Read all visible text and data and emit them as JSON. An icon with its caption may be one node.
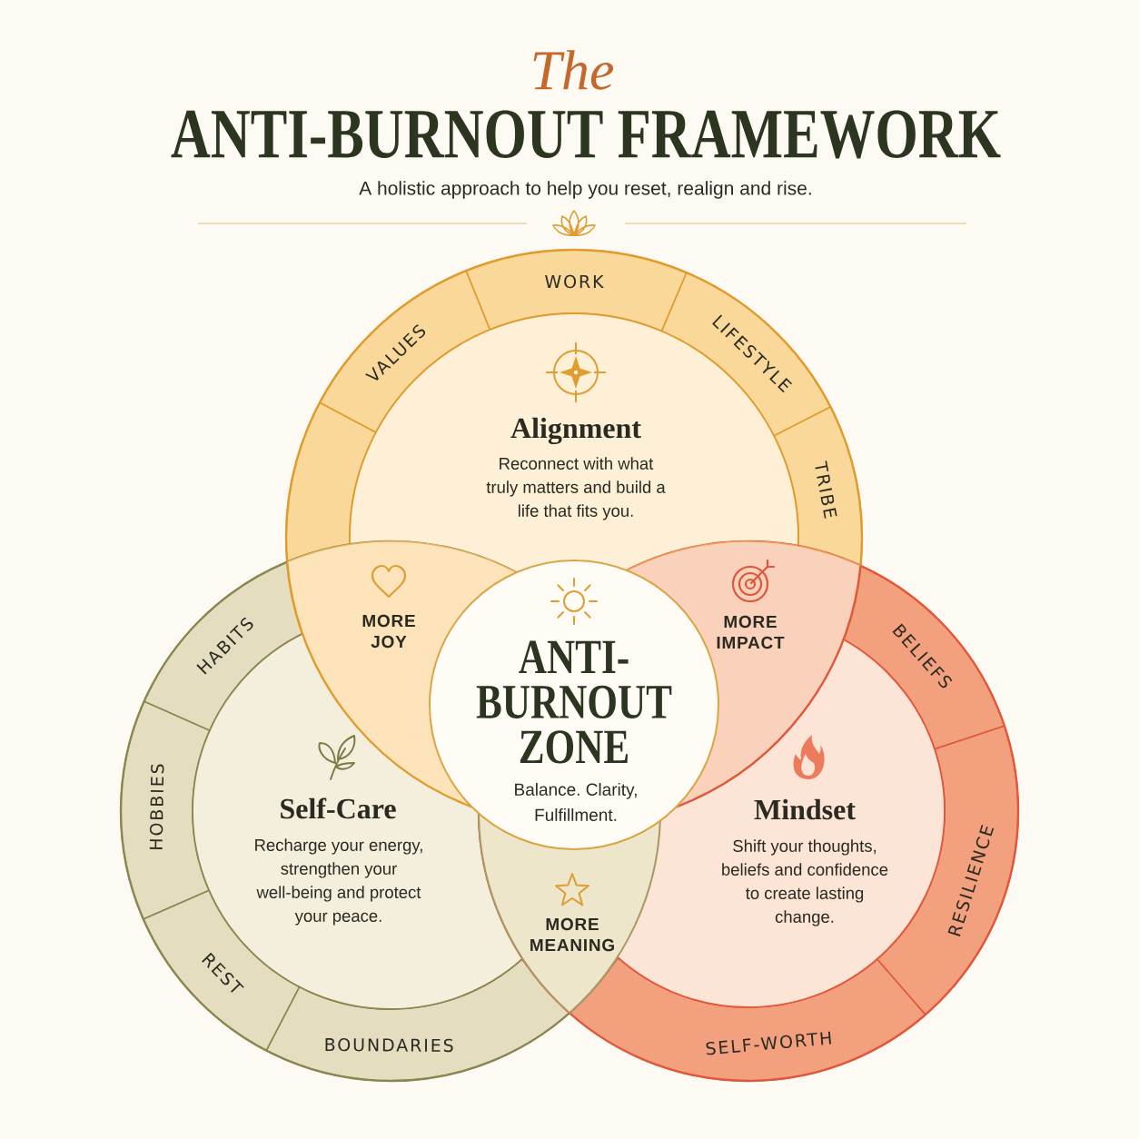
{
  "diagram": {
    "title": "ANTI-BURNOUT FRAMEWORK",
    "nodes": [
      {
        "text": [
          "Alignment",
          "Reconnect with what truly matters and build a life that fits you."
        ]
      },
      {
        "text": [
          "Self-Care",
          "Recharge your energy, strengthen your well-being and protect your peace."
        ]
      },
      {
        "text": [
          "Mindset",
          "Shift your thoughts, beliefs and confidence to create lasting change."
        ]
      },
      {
        "text": [
          "ANTI-BURNOUT ZONE",
          "Balance. Clarity, Fulfillment."
        ]
      },
      {
        "text": [
          "MORE JOY"
        ]
      },
      {
        "text": [
          "MORE IMPACT"
        ]
      },
      {
        "text": [
          "MORE MEANING"
        ]
      },
      {
        "text": [],
        "shape": "band",
        "in": 0
      },
      {
        "text": [
          "VALUES"
        ],
        "in": 0
      },
      {
        "text": [
          "WORK"
        ],
        "in": 0
      },
      {
        "text": [
          "LIFESTYLE"
        ],
        "in": 0
      },
      {
        "text": [
          "TRIBE"
        ],
        "in": 0
      },
      {
        "text": [
          "HABITS"
        ],
        "in": 1
      },
      {
        "text": [
          "HOBBIES"
        ],
        "in": 1
      },
      {
        "text": [
          "REST"
        ],
        "in": 1
      },
      {
        "text": [
          "BOUNDARIES"
        ],
        "in": 1
      },
      {
        "text": [
          "BELIEFS"
        ],
        "in": 2
      },
      {
        "text": [
          "RESILIENCE"
        ],
        "in": 2
      },
      {
        "text": [
          "SELF-WORTH"
        ],
        "in": 2
      }
    ],
    "labels": [
      "The",
      "A holistic approach to help you reset, realign and rise."
    ]
  }
}
